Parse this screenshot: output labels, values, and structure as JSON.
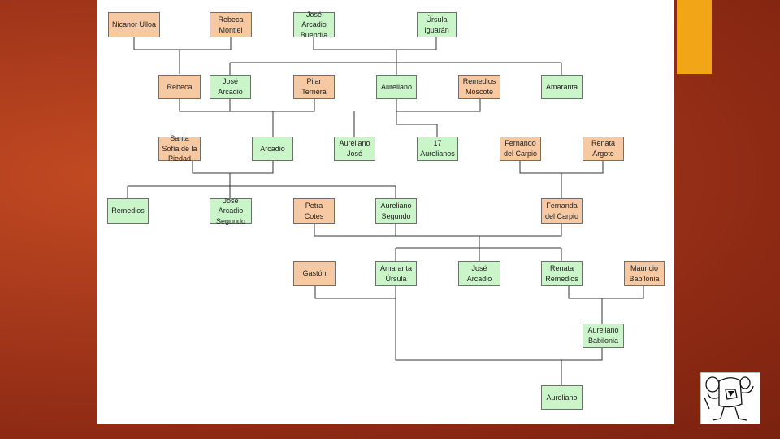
{
  "slide": {
    "accent_color": "#f2a516",
    "background_color": "#a83a1c"
  },
  "tree": {
    "colors": {
      "male_line": "#c9f5c9",
      "spouse": "#f7c9a2"
    },
    "people": {
      "nicanor": "Nicanor Ulloa",
      "rebeca_montiel": "Rebeca Montiel",
      "jose_arcadio_buendia": "José Arcadio Buendía",
      "ursula": "Úrsula Iguarán",
      "rebeca": "Rebeca",
      "jose_arcadio": "José Arcadio",
      "pilar": "Pilar Ternera",
      "aureliano_col": "Aureliano",
      "remedios_moscote": "Remedios Moscote",
      "amaranta": "Amaranta",
      "santa_sofia": "Santa Sofía de la Piedad",
      "arcadio": "Arcadio",
      "aureliano_jose": "Aureliano José",
      "diecisiete": "17 Aurelianos",
      "fernando": "Fernando del Carpio",
      "renata_argote": "Renata Argote",
      "remedios_bella": "Remedios",
      "ja_segundo": "José Arcadio Segundo",
      "petra": "Petra Cotes",
      "aureliano_segundo": "Aureliano Segundo",
      "fernanda": "Fernanda del Carpio",
      "gaston": "Gastón",
      "amaranta_ursula": "Amaranta Úrsula",
      "jose_arcadio_jr": "José Arcadio",
      "renata_remedios": "Renata Remedios",
      "mauricio": "Mauricio Babilonia",
      "aureliano_babilonia": "Aureliano Babilonia",
      "aureliano_final": "Aureliano"
    }
  },
  "logo": {
    "icon": "cartoon-mascot-icon"
  }
}
